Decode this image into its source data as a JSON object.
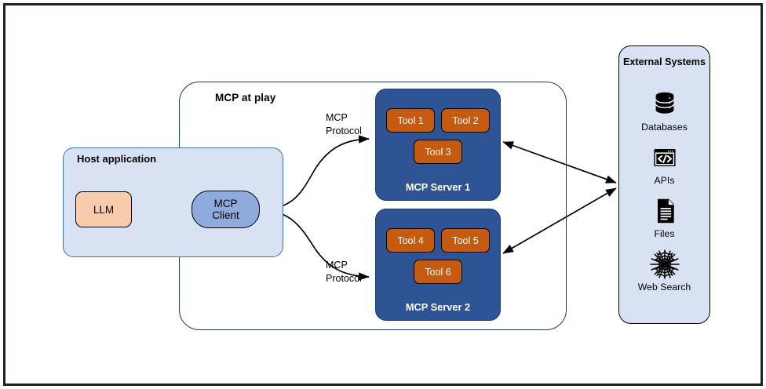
{
  "diagram": {
    "title": "MCP at play",
    "frame_color": "#231f20",
    "background": "#ffffff"
  },
  "mcp_at_play": {
    "label": "MCP at play",
    "border_color": "#1f3864"
  },
  "host_application": {
    "label": "Host application",
    "fill": "#d9e2f3",
    "border": "#41719c",
    "llm": {
      "label": "LLM",
      "fill": "#f8cbad"
    },
    "mcp_client": {
      "label_line1": "MCP",
      "label_line2": "Client",
      "fill": "#8faadc"
    }
  },
  "servers": [
    {
      "name": "mcp-server-1",
      "title": "MCP Server 1",
      "fill": "#2e5496",
      "tool_fill": "#c55a11",
      "tools": [
        "Tool 1",
        "Tool 2",
        "Tool 3"
      ]
    },
    {
      "name": "mcp-server-2",
      "title": "MCP Server 2",
      "fill": "#2e5496",
      "tool_fill": "#c55a11",
      "tools": [
        "Tool 4",
        "Tool 5",
        "Tool 6"
      ]
    }
  ],
  "protocol_labels": [
    {
      "text": "MCP\nProtocol"
    },
    {
      "text": "MCP\nProtocol"
    }
  ],
  "external_systems": {
    "title": "External Systems",
    "fill": "#d9e2f3",
    "border": "#000000",
    "items": [
      {
        "icon": "database-icon",
        "label": "Databases"
      },
      {
        "icon": "api-code-icon",
        "label": "APIs"
      },
      {
        "icon": "file-document-icon",
        "label": "Files"
      },
      {
        "icon": "spider-web-icon",
        "label": "Web Search"
      }
    ]
  },
  "connectors": [
    {
      "name": "llm-to-client-arrow",
      "style": "double-headed-straight"
    },
    {
      "name": "client-to-server-1-arrow",
      "style": "curved-single-headed"
    },
    {
      "name": "client-to-server-2-arrow",
      "style": "curved-single-headed"
    },
    {
      "name": "server-1-to-external-arrow",
      "style": "double-headed-straight"
    },
    {
      "name": "server-2-to-external-arrow",
      "style": "double-headed-straight"
    }
  ]
}
